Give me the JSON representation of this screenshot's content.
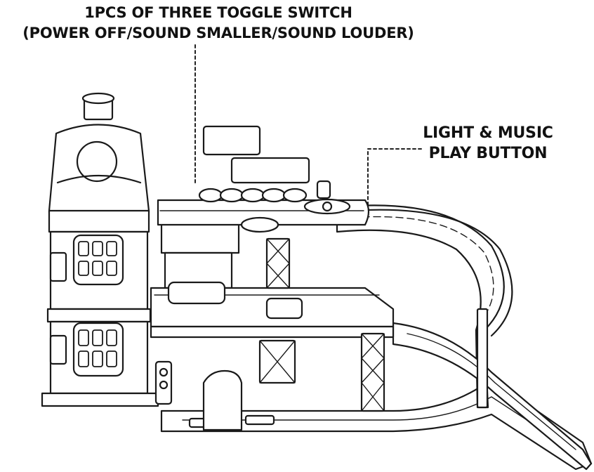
{
  "callouts": {
    "toggle_switch": {
      "line1": "1PCS OF THREE TOGGLE SWITCH",
      "line2": "(POWER OFF/SOUND SMALLER/SOUND LOUDER)"
    },
    "light_music": {
      "line1": "LIGHT & MUSIC",
      "line2": "PLAY BUTTON"
    }
  },
  "illustration": {
    "subject": "toy-parking-garage-playset",
    "stroke_color": "#1a1a1a",
    "fill_color": "#ffffff"
  }
}
